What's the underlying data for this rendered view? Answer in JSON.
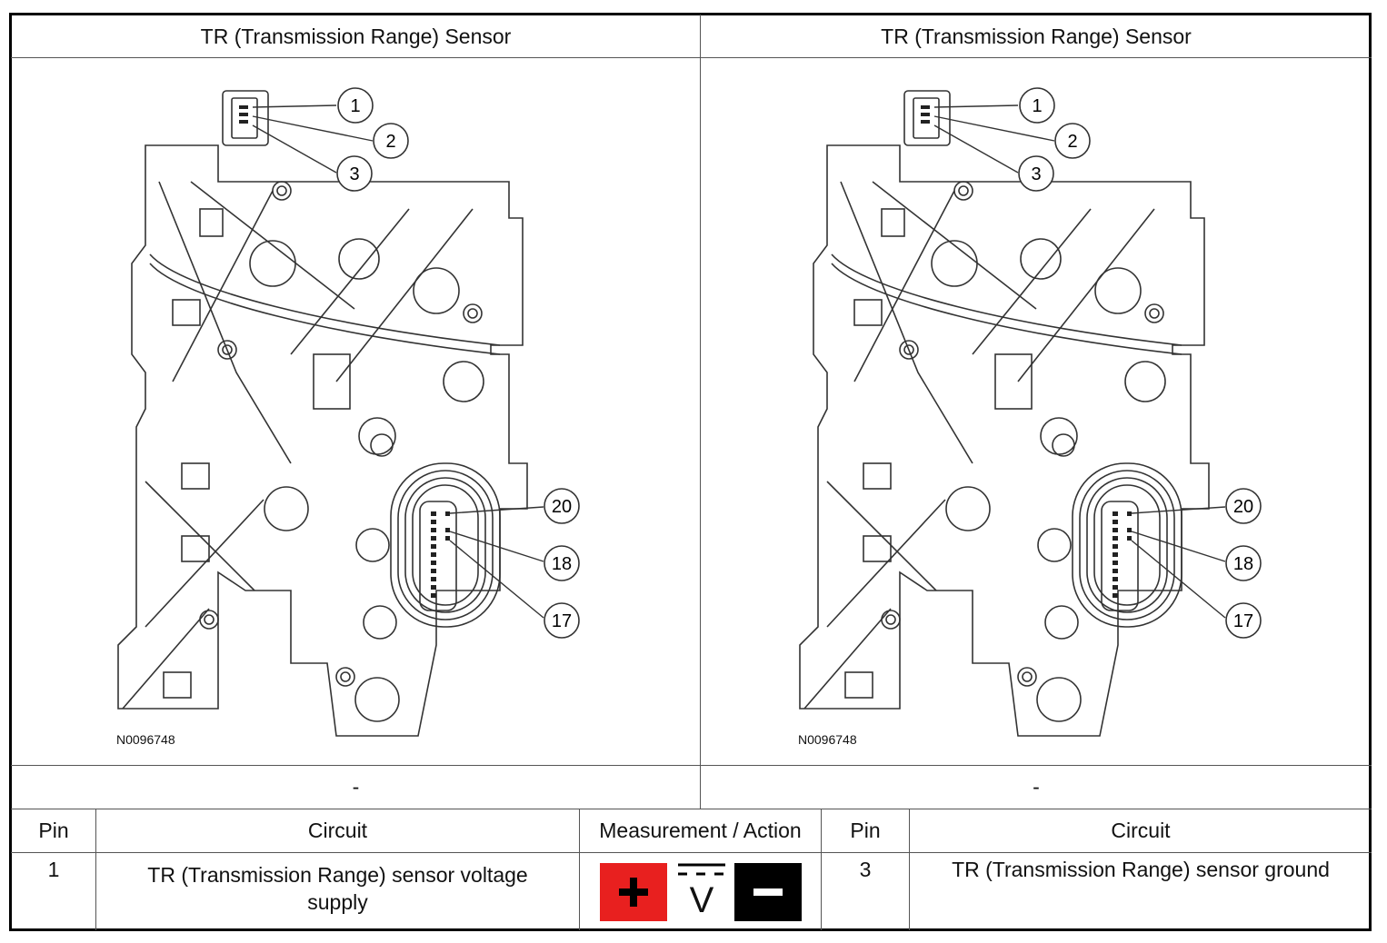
{
  "headers": {
    "left_title": "TR (Transmission Range) Sensor",
    "right_title": "TR (Transmission Range) Sensor"
  },
  "figures": {
    "left": {
      "figure_code": "N0096748",
      "callouts": [
        "1",
        "2",
        "3",
        "20",
        "18",
        "17"
      ],
      "caption": "-"
    },
    "right": {
      "figure_code": "N0096748",
      "callouts": [
        "1",
        "2",
        "3",
        "20",
        "18",
        "17"
      ],
      "caption": "-"
    }
  },
  "table": {
    "columns": [
      "Pin",
      "Circuit",
      "Measurement / Action",
      "Pin",
      "Circuit"
    ],
    "row": {
      "pin_a": "1",
      "circuit_a": "TR (Transmission Range) sensor voltage supply",
      "measurement_icons": [
        "positive-probe-icon",
        "dc-voltage-icon",
        "negative-probe-icon"
      ],
      "measurement_symbol": "V",
      "pin_b": "3",
      "circuit_b": "TR (Transmission Range) sensor ground"
    }
  },
  "colors": {
    "positive": "#e8201f",
    "negative": "#000000",
    "line": "#333333"
  }
}
